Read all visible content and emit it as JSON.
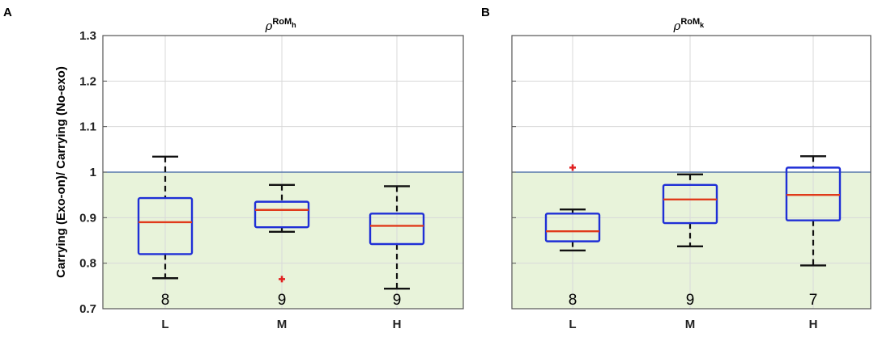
{
  "figure": {
    "ylabel": "Carrying (Exo-on)/ Carrying (No-exo)"
  },
  "colors": {
    "box": "#1f2fd6",
    "median": "#e03a1a",
    "whisker": "#111111",
    "outlier": "#e02020",
    "shade": "#e8f3da",
    "grid": "#d9d9d9",
    "axes": "#555555"
  },
  "chart_data": [
    {
      "type": "box",
      "panel_label": "A",
      "title": {
        "symbol": "ρ",
        "sup": "RoM",
        "sub": "h"
      },
      "categories": [
        "L",
        "M",
        "H"
      ],
      "ylim": [
        0.7,
        1.3
      ],
      "yticks": [
        "0.7",
        "0.8",
        "0.9",
        "1",
        "1.1",
        "1.2",
        "1.3"
      ],
      "grid": true,
      "shaded_region": [
        0.7,
        1.0
      ],
      "boxes": [
        {
          "category": "L",
          "whisker_low": 0.767,
          "q1": 0.82,
          "median": 0.89,
          "q3": 0.943,
          "whisker_high": 1.034,
          "outliers": [],
          "n": "8"
        },
        {
          "category": "M",
          "whisker_low": 0.869,
          "q1": 0.879,
          "median": 0.917,
          "q3": 0.935,
          "whisker_high": 0.972,
          "outliers": [
            0.765
          ],
          "n": "9"
        },
        {
          "category": "H",
          "whisker_low": 0.744,
          "q1": 0.842,
          "median": 0.882,
          "q3": 0.909,
          "whisker_high": 0.969,
          "outliers": [],
          "n": "9"
        }
      ]
    },
    {
      "type": "box",
      "panel_label": "B",
      "title": {
        "symbol": "ρ",
        "sup": "RoM",
        "sub": "k"
      },
      "categories": [
        "L",
        "M",
        "H"
      ],
      "ylim": [
        0.7,
        1.3
      ],
      "yticks": [
        "0.7",
        "0.8",
        "0.9",
        "1",
        "1.1",
        "1.2",
        "1.3"
      ],
      "grid": true,
      "shaded_region": [
        0.7,
        1.0
      ],
      "boxes": [
        {
          "category": "L",
          "whisker_low": 0.828,
          "q1": 0.848,
          "median": 0.87,
          "q3": 0.909,
          "whisker_high": 0.918,
          "outliers": [
            1.01
          ],
          "n": "8"
        },
        {
          "category": "M",
          "whisker_low": 0.837,
          "q1": 0.888,
          "median": 0.94,
          "q3": 0.972,
          "whisker_high": 0.995,
          "outliers": [],
          "n": "9"
        },
        {
          "category": "H",
          "whisker_low": 0.795,
          "q1": 0.894,
          "median": 0.95,
          "q3": 1.01,
          "whisker_high": 1.035,
          "outliers": [],
          "n": "7"
        }
      ]
    }
  ]
}
